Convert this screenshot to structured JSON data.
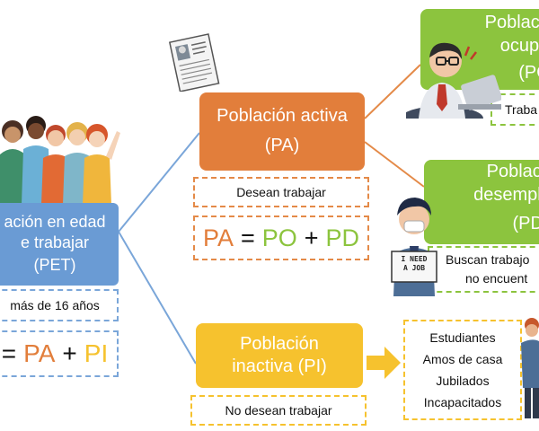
{
  "colors": {
    "blue": "#6a9bd4",
    "orange": "#e27e3b",
    "green": "#8cc43e",
    "yellow": "#f6c22e",
    "line_blue": "#7aa6d9",
    "line_orange": "#e48a48"
  },
  "pet": {
    "title": [
      "ación en edad",
      "e trabajar"
    ],
    "abbr": "(PET)",
    "note": "más de 16 años",
    "formula": {
      "eq": "=",
      "a": "PA",
      "op": "+",
      "b": "PI"
    }
  },
  "pa": {
    "title": "Población activa",
    "abbr": "(PA)",
    "note": "Desean trabajar",
    "formula": {
      "a": "PA",
      "eq": "=",
      "b": "PO",
      "op": "+",
      "c": "PD"
    }
  },
  "pi": {
    "title": [
      "Población",
      "inactiva (PI)"
    ],
    "note": "No desean trabajar",
    "list": [
      "Estudiantes",
      "Amos de casa",
      "Jubilados",
      "Incapacitados"
    ]
  },
  "po": {
    "title": [
      "Població",
      "ocupa"
    ],
    "abbr": "(PO",
    "note": "Traba"
  },
  "pd": {
    "title": [
      "Població",
      "desemplea"
    ],
    "abbr": "(PD)",
    "note": [
      "Buscan trabajo",
      "no encuent"
    ]
  },
  "sign": [
    "I NEED",
    "A JOB"
  ],
  "icons": {
    "people": "group-of-people-icon",
    "resume": "resume-document-icon",
    "worker": "office-worker-icon",
    "jobseeker": "job-seeker-icon",
    "arrow": "right-arrow-icon",
    "person": "standing-person-icon"
  }
}
